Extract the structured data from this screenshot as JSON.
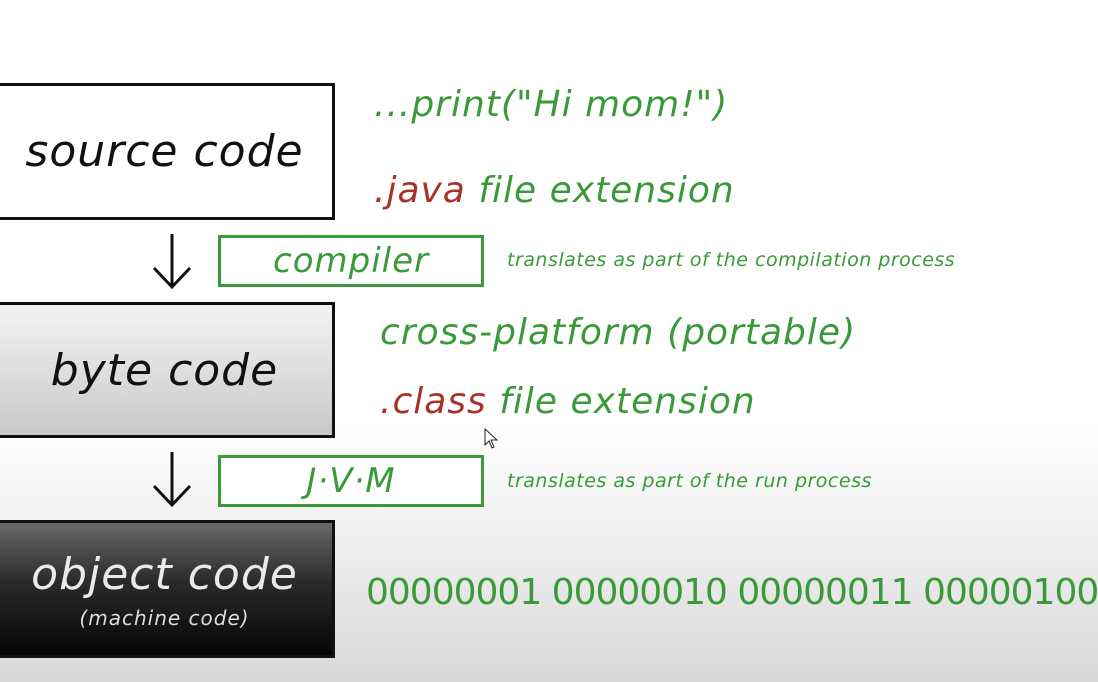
{
  "boxes": {
    "source": "source code",
    "byte": "byte code",
    "object": "object code",
    "object_sub": "(machine code)"
  },
  "steps": {
    "compiler": "compiler",
    "compiler_note": "translates as part of the compilation process",
    "jvm": "J·V·M",
    "jvm_note": "translates as part of the run process"
  },
  "source_notes": {
    "print": "...print(\"Hi mom!\")",
    "ext": ".java",
    "ext_rest": " file extension"
  },
  "byte_notes": {
    "portable": "cross-platform (portable)",
    "ext": ".class",
    "ext_rest": " file extension"
  },
  "object_notes": {
    "binary": "00000001 00000010 00000011 00000100"
  },
  "colors": {
    "green": "#3a9a3a",
    "red": "#a8322a"
  },
  "icons": [
    "down-arrow-icon",
    "mouse-cursor-icon"
  ]
}
